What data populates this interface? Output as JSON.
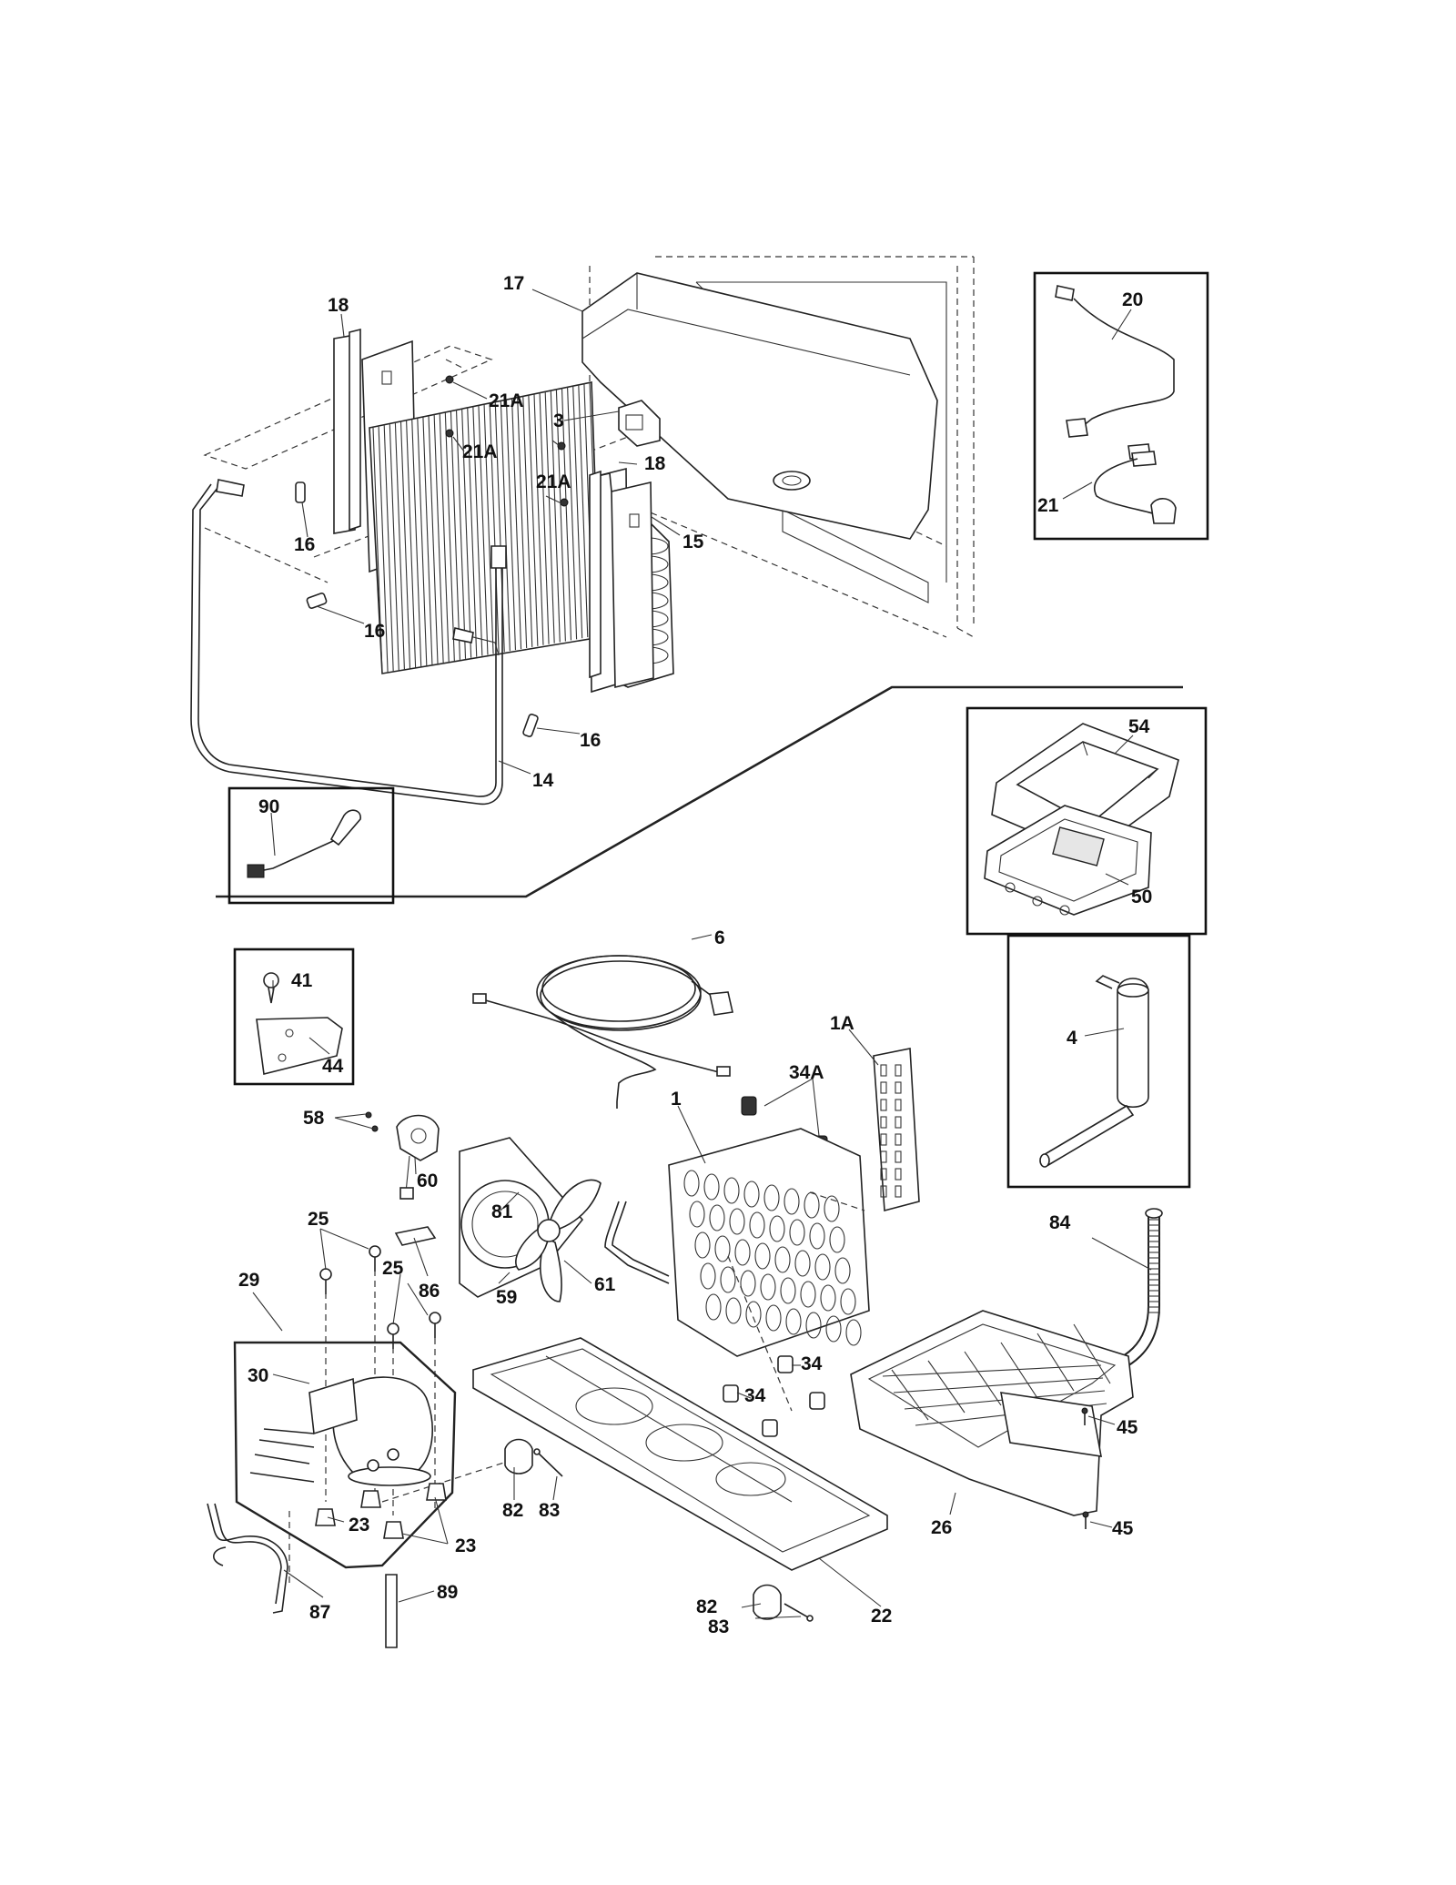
{
  "diagram": {
    "labels": {
      "p17": "17",
      "p18a": "18",
      "p18b": "18",
      "p20": "20",
      "p21": "21",
      "p21a1": "21A",
      "p21a2": "21A",
      "p21a3": "21A",
      "p3": "3",
      "p16a": "16",
      "p16b": "16",
      "p16c": "16",
      "p15": "15",
      "p14": "14",
      "p90": "90",
      "p54": "54",
      "p50": "50",
      "p6": "6",
      "p1a": "1A",
      "p34a": "34A",
      "p1": "1",
      "p41": "41",
      "p44": "44",
      "p4": "4",
      "p58": "58",
      "p60": "60",
      "p81": "81",
      "p25a": "25",
      "p25b": "25",
      "p29": "29",
      "p86": "86",
      "p59": "59",
      "p61": "61",
      "p84": "84",
      "p30": "30",
      "p34b": "34",
      "p34c": "34",
      "p45a": "45",
      "p45b": "45",
      "p23a": "23",
      "p23b": "23",
      "p82a": "82",
      "p83a": "83",
      "p26": "26",
      "p87": "87",
      "p89": "89",
      "p82b": "82",
      "p83b": "83",
      "p22": "22"
    }
  }
}
